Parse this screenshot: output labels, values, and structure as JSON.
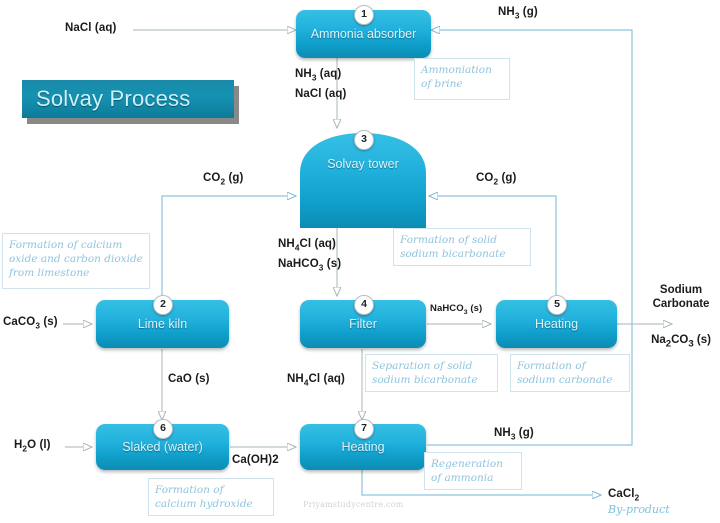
{
  "title": {
    "text": "Solvay Process"
  },
  "watermark": "Priyamstudycentre.com",
  "nodes": [
    {
      "id": "1",
      "label": "Ammonia absorber",
      "shape": "rounded-rect"
    },
    {
      "id": "2",
      "label": "Lime kiln",
      "shape": "rounded-rect"
    },
    {
      "id": "3",
      "label": "Solvay tower",
      "shape": "dome-tower"
    },
    {
      "id": "4",
      "label": "Filter",
      "shape": "rounded-rect"
    },
    {
      "id": "5",
      "label": "Heating",
      "shape": "rounded-rect"
    },
    {
      "id": "6",
      "label": "Slaked (water)",
      "shape": "rounded-rect"
    },
    {
      "id": "7",
      "label": "Heating",
      "shape": "rounded-rect"
    }
  ],
  "streams": {
    "nacl_in": "NaCl (aq)",
    "nh3_recycle_top": "NH3 (g)",
    "absorber_out_1": "NH3 (aq)",
    "absorber_out_2": "NaCl (aq)",
    "co2_left": "CO2 (g)",
    "co2_right": "CO2 (g)",
    "tower_out_1": "NH4Cl (aq)",
    "tower_out_2": "NaHCO3 (s)",
    "caco3_in": "CaCO3 (s)",
    "cao": "CaO (s)",
    "nahco3_solid": "NaHCO3 (s)",
    "nh4cl_down": "NH4Cl (aq)",
    "h2o_in": "H2O (l)",
    "caoh2": "Ca(OH)2",
    "nh3_from_heating": "NH3 (g)",
    "cacl2": "CaCl2"
  },
  "outputs": {
    "sodium_carbonate_name": "Sodium Carbonate",
    "sodium_carbonate_formula": "Na2CO3 (s)",
    "byproduct_caption": "By-product"
  },
  "notes": {
    "ammoniation": "Ammoniation of brine",
    "limestone": "Formation of calcium oxide and carbon dioxide from limestone",
    "bicarbonate": "Formation of solid sodium bicarbonate",
    "separation": "Separation of solid sodium bicarbonate",
    "carbonate": "Formation of sodium carbonate",
    "hydroxide": "Formation of calcium hydroxide",
    "regeneration": "Regeneration of ammonia"
  },
  "colors": {
    "node_fill_top": "#35bfe4",
    "node_fill_bottom": "#0d8cb2",
    "banner": "#1592b2",
    "note_text": "#8fc4de",
    "connector": "#9fc9dd"
  }
}
